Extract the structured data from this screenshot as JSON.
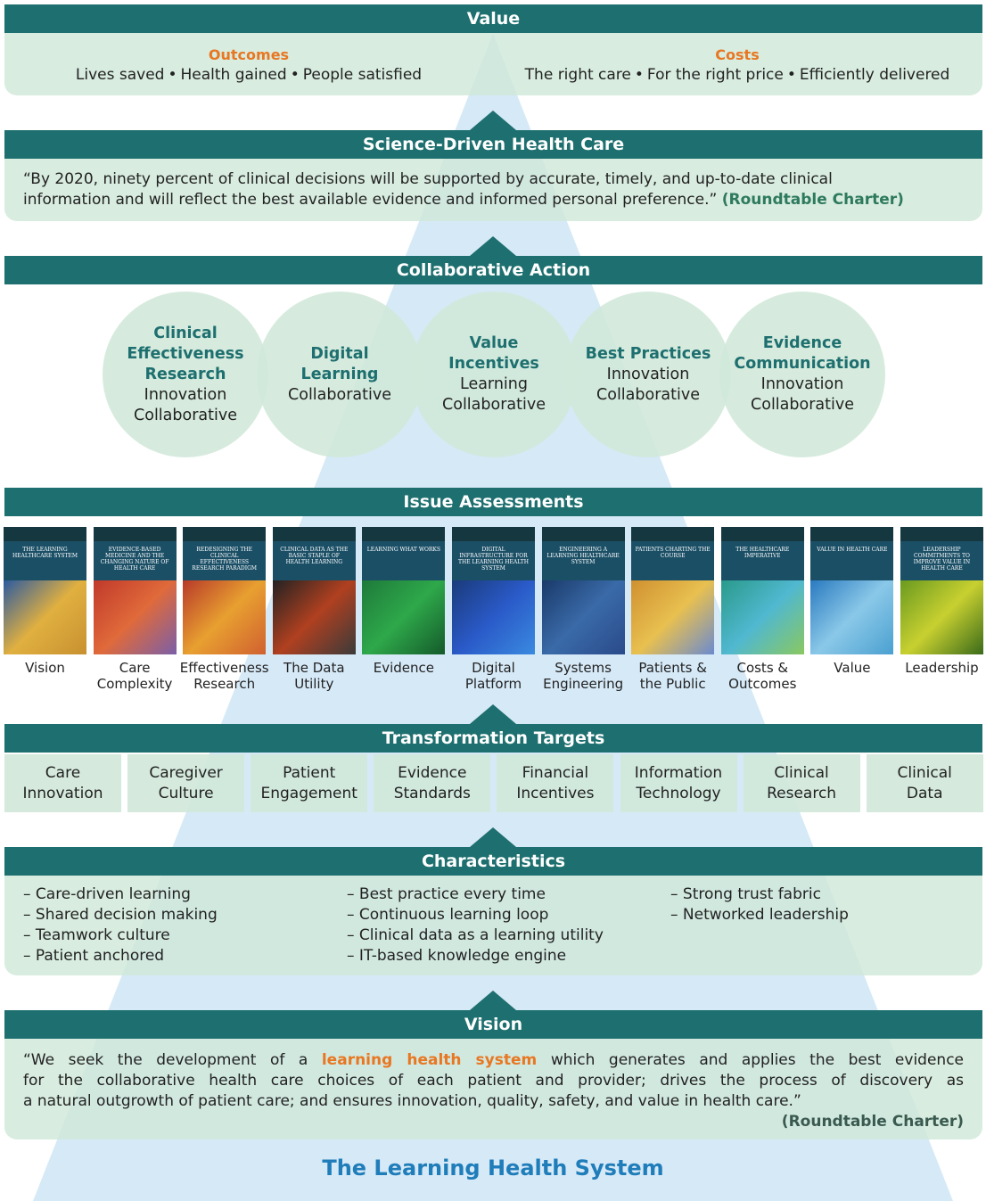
{
  "value": {
    "heading": "Value",
    "outcomes": {
      "title": "Outcomes",
      "items": [
        "Lives saved",
        "Health gained",
        "People satisfied"
      ]
    },
    "costs": {
      "title": "Costs",
      "items": [
        "The right care",
        "For the right price",
        "Efficiently delivered"
      ]
    }
  },
  "science": {
    "heading": "Science-Driven Health Care",
    "quote_line1": "“By 2020, ninety percent of clinical decisions will be supported by accurate, timely, and up-to-date clinical",
    "quote_line2": "information and will reflect the best available evidence and informed personal preference.”",
    "citation": "(Roundtable Charter)"
  },
  "collaborative": {
    "heading": "Collaborative Action",
    "circles": [
      {
        "title_lines": [
          "Clinical",
          "Effectiveness",
          "Research"
        ],
        "sub_lines": [
          "Innovation",
          "Collaborative"
        ]
      },
      {
        "title_lines": [
          "Digital",
          "Learning"
        ],
        "sub_lines": [
          "Collaborative"
        ]
      },
      {
        "title_lines": [
          "Value",
          "Incentives"
        ],
        "sub_lines": [
          "Learning",
          "Collaborative"
        ]
      },
      {
        "title_lines": [
          "Best Practices"
        ],
        "sub_lines": [
          "Innovation",
          "Collaborative"
        ]
      },
      {
        "title_lines": [
          "Evidence",
          "Communication"
        ],
        "sub_lines": [
          "Innovation",
          "Collaborative"
        ]
      }
    ]
  },
  "issues": {
    "heading": "Issue Assessments",
    "covers": [
      {
        "label_lines": [
          "Vision"
        ],
        "cover_title": "THE LEARNING HEALTHCARE SYSTEM",
        "colors": [
          "#2c5aa0",
          "#e0b040",
          "#c89030"
        ]
      },
      {
        "label_lines": [
          "Care",
          "Complexity"
        ],
        "cover_title": "EVIDENCE-BASED MEDICINE AND THE CHANGING NATURE OF HEALTH CARE",
        "colors": [
          "#c0392b",
          "#e06a3a",
          "#7a5fa8"
        ]
      },
      {
        "label_lines": [
          "Effectiveness",
          "Research"
        ],
        "cover_title": "REDESIGNING THE CLINICAL EFFECTIVENESS RESEARCH PARADIGM",
        "colors": [
          "#b83a2a",
          "#e8a030",
          "#d06030"
        ]
      },
      {
        "label_lines": [
          "The Data",
          "Utility"
        ],
        "cover_title": "CLINICAL DATA AS THE BASIC STAPLE OF HEALTH LEARNING",
        "colors": [
          "#222222",
          "#b04020",
          "#3a3a3a"
        ]
      },
      {
        "label_lines": [
          "Evidence"
        ],
        "cover_title": "LEARNING WHAT WORKS",
        "colors": [
          "#1e7a3a",
          "#2ea84a",
          "#145a2a"
        ]
      },
      {
        "label_lines": [
          "Digital",
          "Platform"
        ],
        "cover_title": "DIGITAL INFRASTRUCTURE FOR THE LEARNING HEALTH SYSTEM",
        "colors": [
          "#1a3a7a",
          "#2a5ac8",
          "#3a8ae0"
        ]
      },
      {
        "label_lines": [
          "Systems",
          "Engineering"
        ],
        "cover_title": "ENGINEERING A LEARNING HEALTHCARE SYSTEM",
        "colors": [
          "#1a3a6a",
          "#3a6aa8",
          "#2a4a8a"
        ]
      },
      {
        "label_lines": [
          "Patients &",
          "the Public"
        ],
        "cover_title": "PATIENTS CHARTING THE COURSE",
        "colors": [
          "#d09030",
          "#e8c050",
          "#6a8ad0"
        ]
      },
      {
        "label_lines": [
          "Costs &",
          "Outcomes"
        ],
        "cover_title": "THE HEALTHCARE IMPERATIVE",
        "colors": [
          "#2a9a8a",
          "#50b8d0",
          "#8ac860"
        ]
      },
      {
        "label_lines": [
          "Value"
        ],
        "cover_title": "VALUE IN HEALTH CARE",
        "colors": [
          "#2a7ac0",
          "#8ac8e8",
          "#4aa0d0"
        ]
      },
      {
        "label_lines": [
          "Leadership"
        ],
        "cover_title": "LEADERSHIP COMMITMENTS TO IMPROVE VALUE IN HEALTH CARE",
        "colors": [
          "#6a9a20",
          "#c8d030",
          "#3a6a1a"
        ]
      }
    ]
  },
  "targets": {
    "heading": "Transformation Targets",
    "items": [
      [
        "Care",
        "Innovation"
      ],
      [
        "Caregiver",
        "Culture"
      ],
      [
        "Patient",
        "Engagement"
      ],
      [
        "Evidence",
        "Standards"
      ],
      [
        "Financial",
        "Incentives"
      ],
      [
        "Information",
        "Technology"
      ],
      [
        "Clinical",
        "Research"
      ],
      [
        "Clinical",
        "Data"
      ]
    ]
  },
  "characteristics": {
    "heading": "Characteristics",
    "columns": [
      [
        "– Care-driven learning",
        "– Shared decision making",
        "– Teamwork culture",
        "– Patient anchored"
      ],
      [
        "– Best practice every time",
        "– Continuous learning loop",
        "– Clinical data as a learning utility",
        "– IT-based knowledge engine"
      ],
      [
        "– Strong trust fabric",
        "– Networked leadership"
      ]
    ]
  },
  "vision": {
    "heading": "Vision",
    "pre": "“We seek the development of a",
    "highlight": "learning health system",
    "post": "which generates and applies the best evidence",
    "line2": "for the collaborative health care choices of each patient and provider; drives the process of discovery as",
    "line3": "a natural outgrowth of patient care; and ensures innovation, quality, safety, and value in health care.”",
    "citation": "(Roundtable Charter)"
  },
  "footer_title": "The Learning Health System",
  "colors": {
    "bar": "#1e6f6f",
    "panel": "#d0e8d9",
    "triangle": "#d6e9f7",
    "accent_orange": "#e87722",
    "accent_teal": "#2e7a5e",
    "title_blue": "#1f7dba"
  }
}
